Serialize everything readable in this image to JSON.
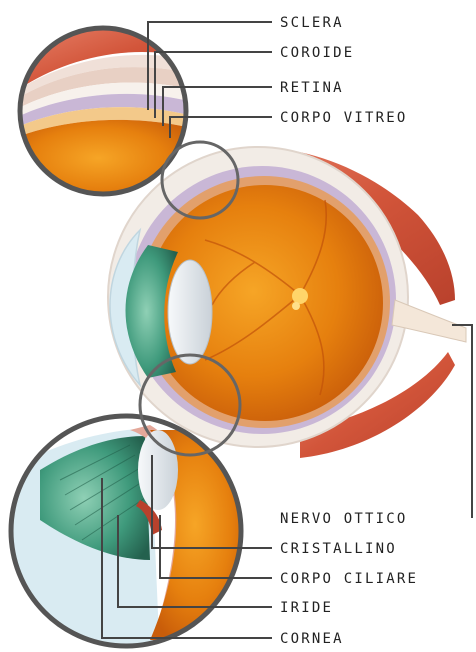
{
  "labels": {
    "sclera": "SCLERA",
    "coroide": "COROIDE",
    "retina": "RETINA",
    "corpo_vitreo": "CORPO VITREO",
    "nervo_ottico": "NERVO OTTICO",
    "cristallino": "CRISTALLINO",
    "corpo_ciliare": "CORPO CILIARE",
    "iride": "IRIDE",
    "cornea": "CORNEA"
  },
  "colors": {
    "leader_line": "#444444",
    "sclera": "#f2ece6",
    "muscle": "#d65a40",
    "interior": "#e9820f",
    "iris": "#3f9a7c",
    "lens": "#dfe5ea",
    "magnifier_ring": "#555555"
  }
}
